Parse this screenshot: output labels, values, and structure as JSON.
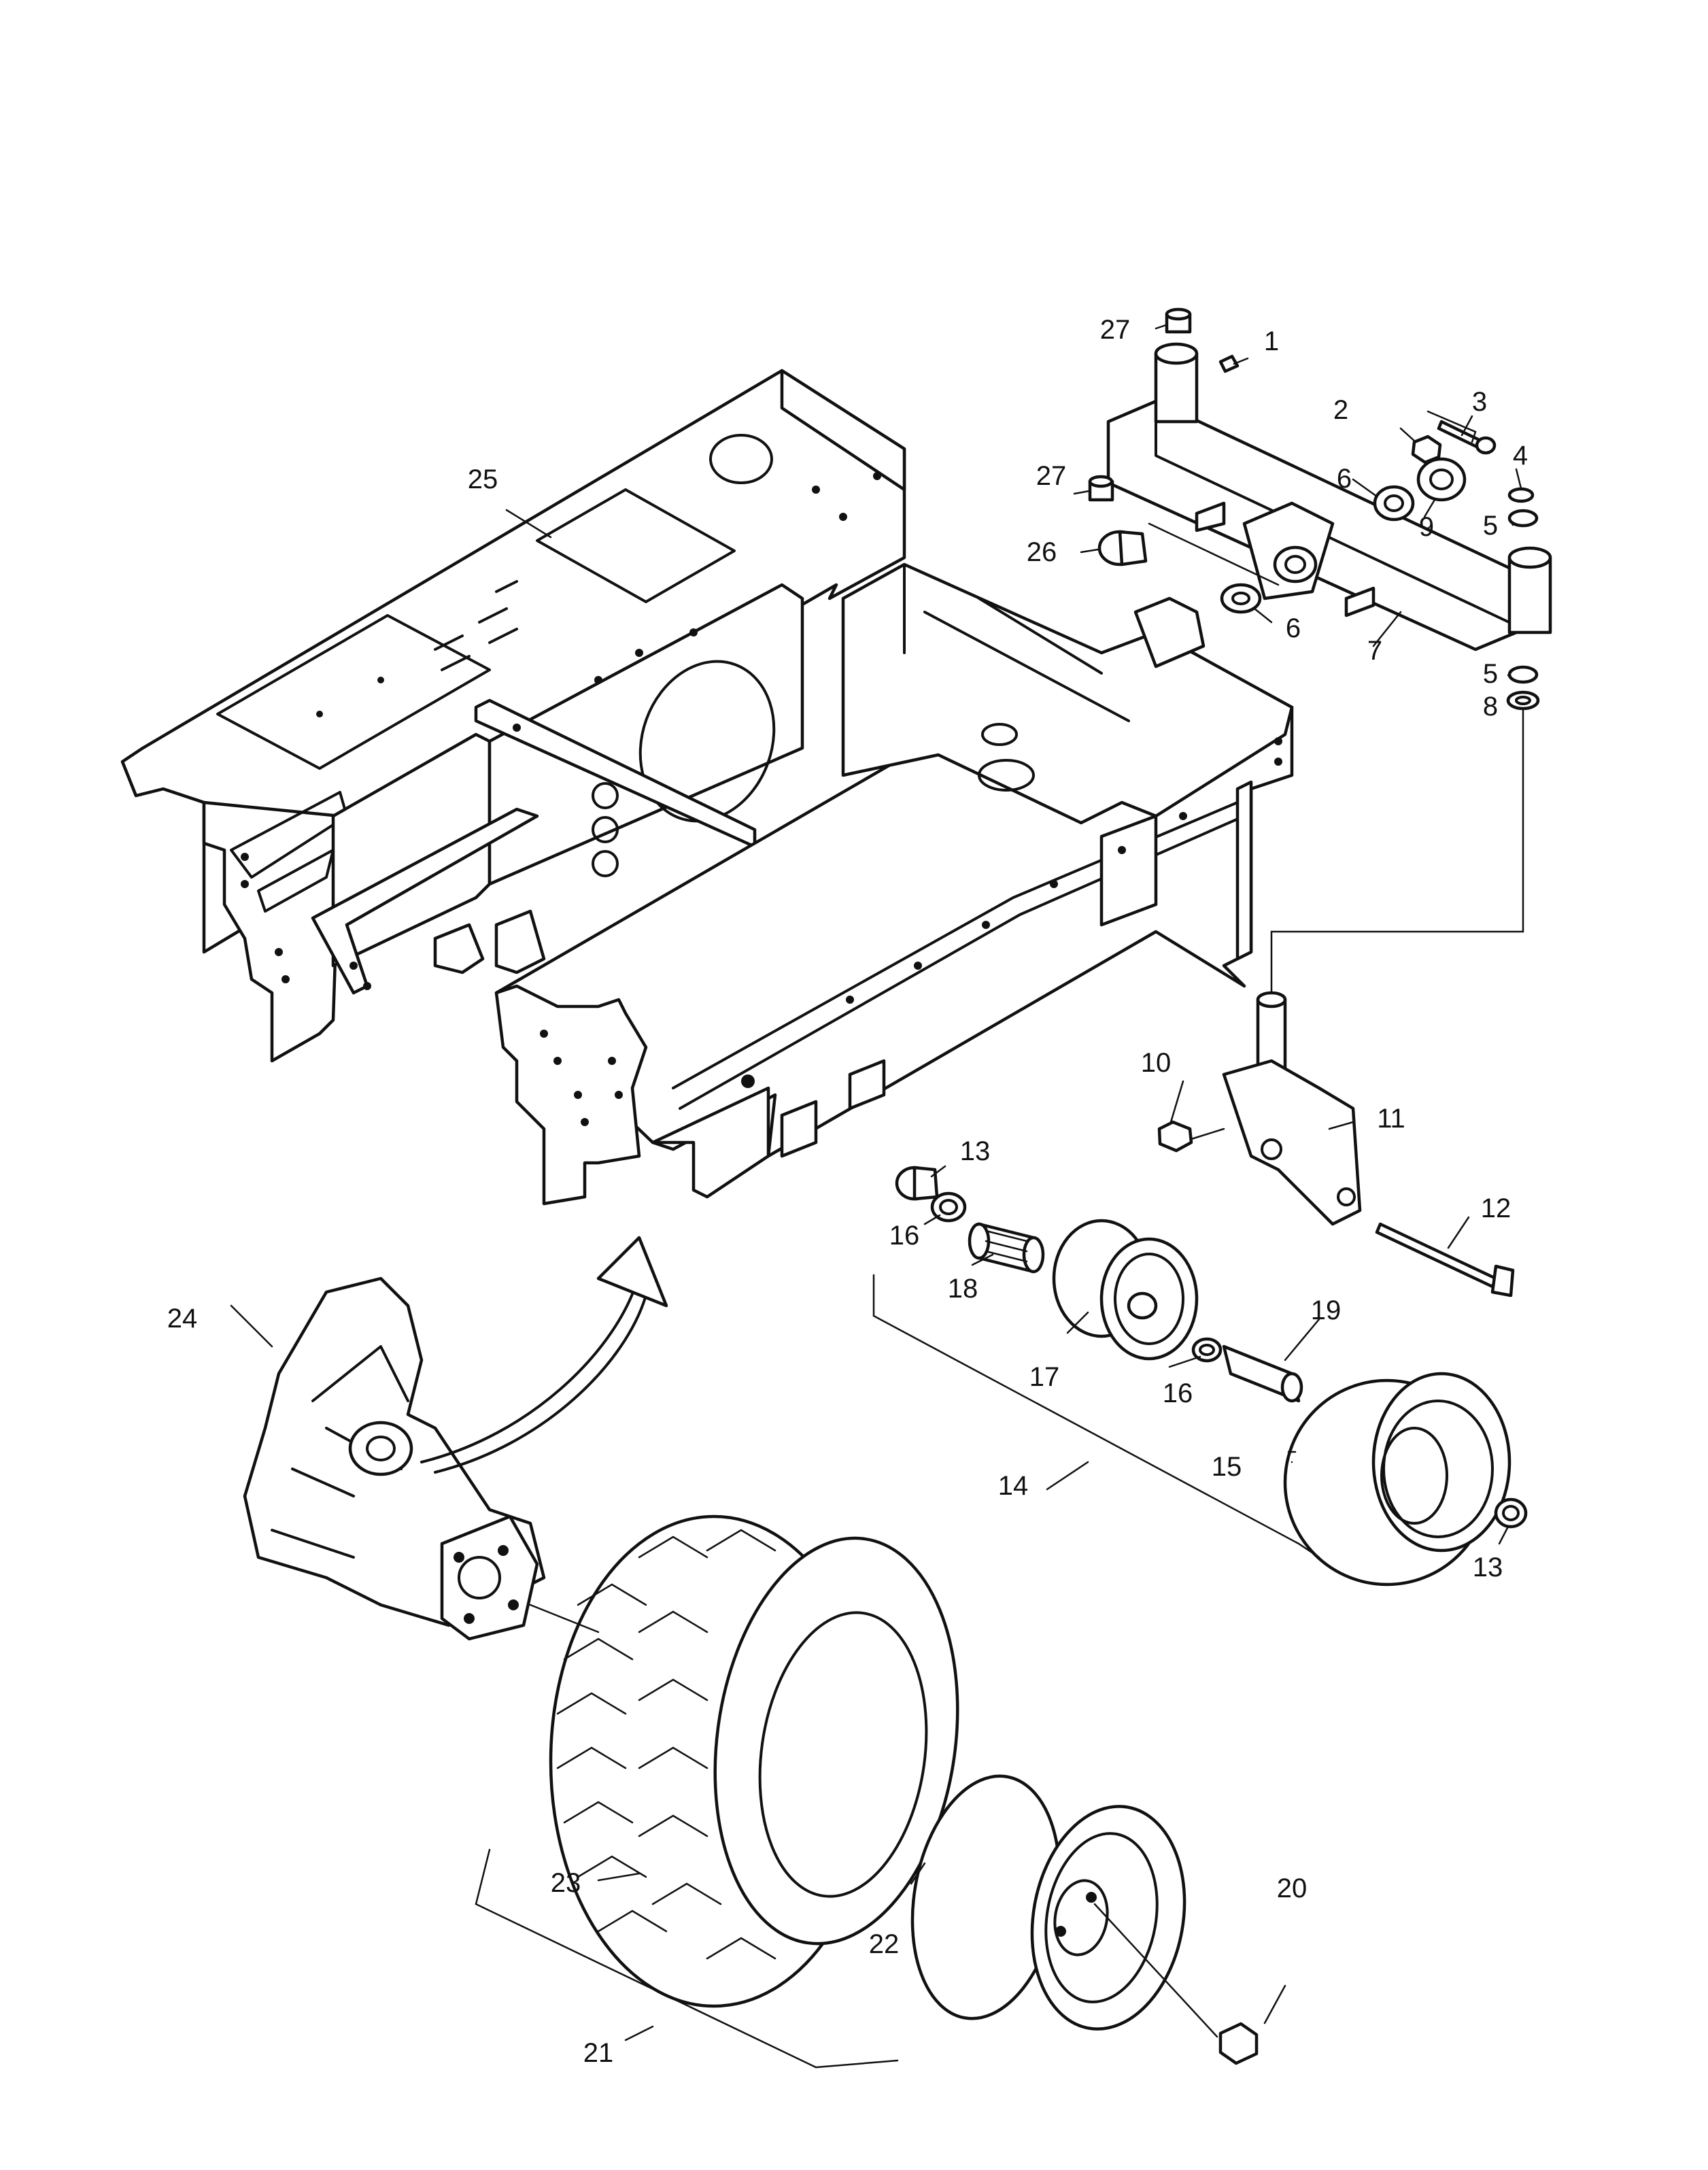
{
  "callouts": {
    "c1": "1",
    "c2": "2",
    "c3": "3",
    "c4": "4",
    "c5a": "5",
    "c5b": "5",
    "c6a": "6",
    "c6b": "6",
    "c7": "7",
    "c8": "8",
    "c9": "9",
    "c10": "10",
    "c11": "11",
    "c12": "12",
    "c13a": "13",
    "c13b": "13",
    "c14": "14",
    "c15": "15",
    "c16a": "16",
    "c16b": "16",
    "c17": "17",
    "c18": "18",
    "c19": "19",
    "c20": "20",
    "c21": "21",
    "c22": "22",
    "c23": "23",
    "c24": "24",
    "c25": "25",
    "c26": "26",
    "c27a": "27",
    "c27b": "27"
  }
}
